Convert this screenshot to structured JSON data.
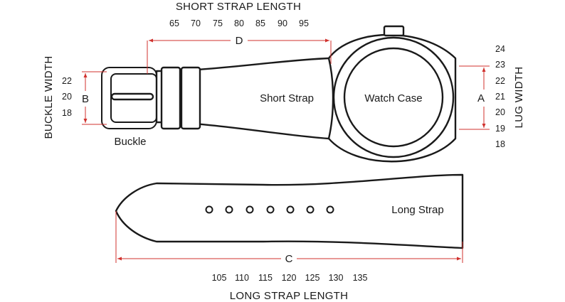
{
  "short_strap": {
    "title": "SHORT STRAP LENGTH",
    "ticks": [
      "65",
      "70",
      "75",
      "80",
      "85",
      "90",
      "95"
    ],
    "dimension": "D"
  },
  "long_strap": {
    "title": "LONG STRAP LENGTH",
    "ticks": [
      "105",
      "110",
      "115",
      "120",
      "125",
      "130",
      "135"
    ],
    "dimension": "C"
  },
  "buckle_width": {
    "title": "BUCKLE WIDTH",
    "ticks": [
      "22",
      "20",
      "18"
    ],
    "dimension": "B"
  },
  "lug_width": {
    "title": "LUG WIDTH",
    "ticks": [
      "24",
      "23",
      "22",
      "21",
      "20",
      "19",
      "18"
    ],
    "dimension": "A"
  },
  "parts": {
    "buckle": "Buckle",
    "short_strap": "Short Strap",
    "watch_case": "Watch Case",
    "long_strap": "Long Strap"
  },
  "colors": {
    "outline": "#1a1a1a",
    "dimension_line": "#d0312d",
    "background": "#ffffff"
  }
}
